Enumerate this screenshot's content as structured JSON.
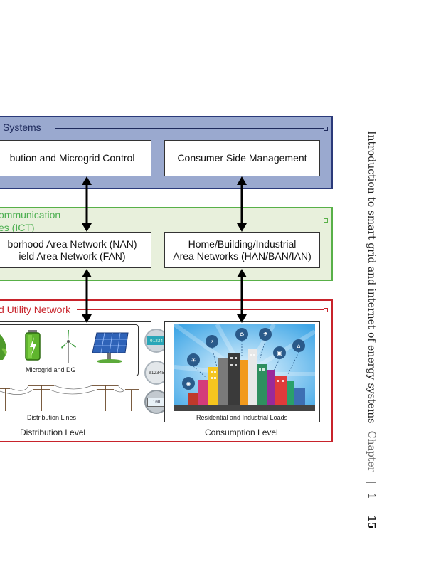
{
  "diagram": {
    "systems_band": {
      "title": "Systems",
      "left_box": "bution and Microgrid Control",
      "right_box": "Consumer Side Management"
    },
    "ict_band": {
      "title_line1": "ommunication",
      "title_line2": "es (ICT)",
      "left_box_line1": "borhood Area Network (NAN)",
      "left_box_line2": "ield Area Network (FAN)",
      "right_box_line1": "Home/Building/Industrial",
      "right_box_line2": "Area Networks (HAN/BAN/IAN)"
    },
    "utility_band": {
      "title": "d Utility Network",
      "microgrid_caption": "Microgrid and DG",
      "distribution_lines_caption": "Distribution Lines",
      "distribution_level": "Distribution Level",
      "loads_caption": "Residential and Industrial Loads",
      "consumption_level": "Consumption Level",
      "meter_readouts": [
        "01234",
        "012345",
        "100"
      ]
    }
  },
  "running_header": {
    "title": "Introduction to smart grid and internet of energy systems",
    "chapter": "Chapter",
    "chapter_number": "1",
    "page_number": "15"
  },
  "colors": {
    "systems_band": "#9aa9cf",
    "ict_band": "#e8f0dc",
    "ict_border": "#58b048",
    "utility_border": "#c8232b"
  }
}
